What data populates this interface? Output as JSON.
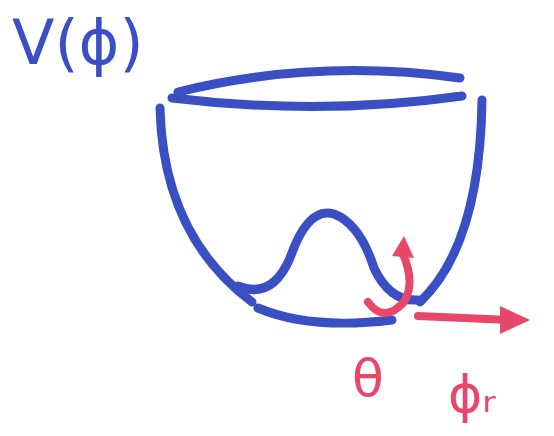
{
  "diagram": {
    "labels": [
      "V(ϕ)",
      "θ",
      "ϕᵣ"
    ]
  }
}
